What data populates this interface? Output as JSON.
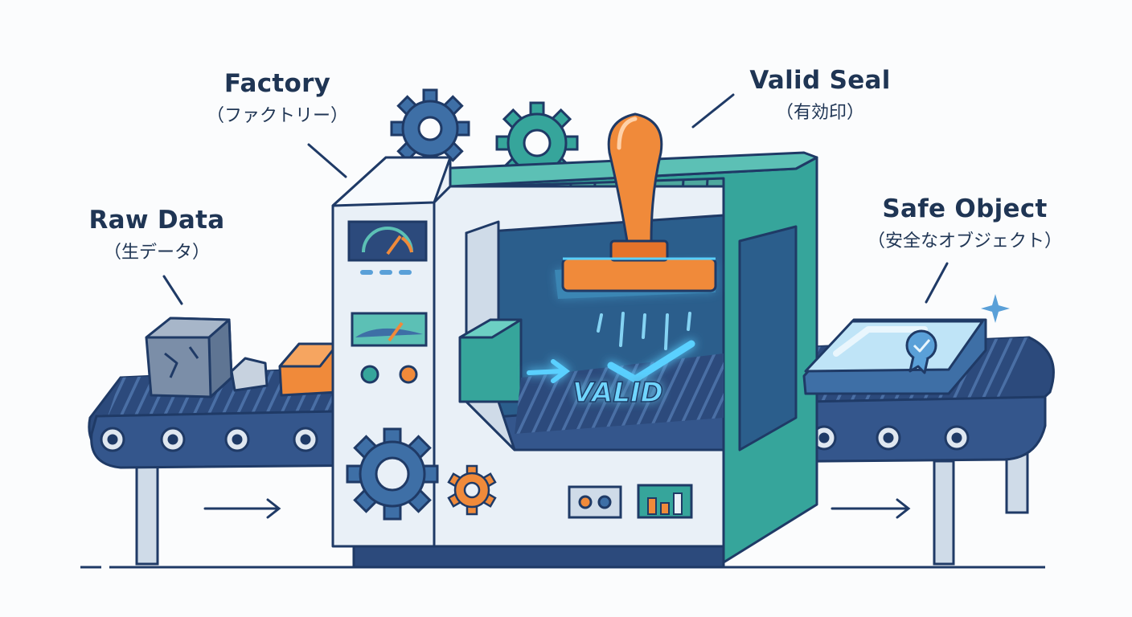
{
  "labels": {
    "factory": {
      "en": "Factory",
      "ja": "（ファクトリー）"
    },
    "valid_seal": {
      "en": "Valid Seal",
      "ja": "（有効印）"
    },
    "raw_data": {
      "en": "Raw Data",
      "ja": "（生データ）"
    },
    "safe_object": {
      "en": "Safe Object",
      "ja": "（安全なオブジェクト）"
    }
  },
  "belt_stamp_text": "VALID",
  "colors": {
    "outline": "#1f3a66",
    "belt": "#2c4a7c",
    "machine_body": "#e9f0f7",
    "machine_teal": "#36a59b",
    "stamp_orange": "#f08a3a",
    "glow": "#5ad0ff",
    "gear_blue": "#3e6fa6",
    "gear_orange": "#f08a3a"
  }
}
